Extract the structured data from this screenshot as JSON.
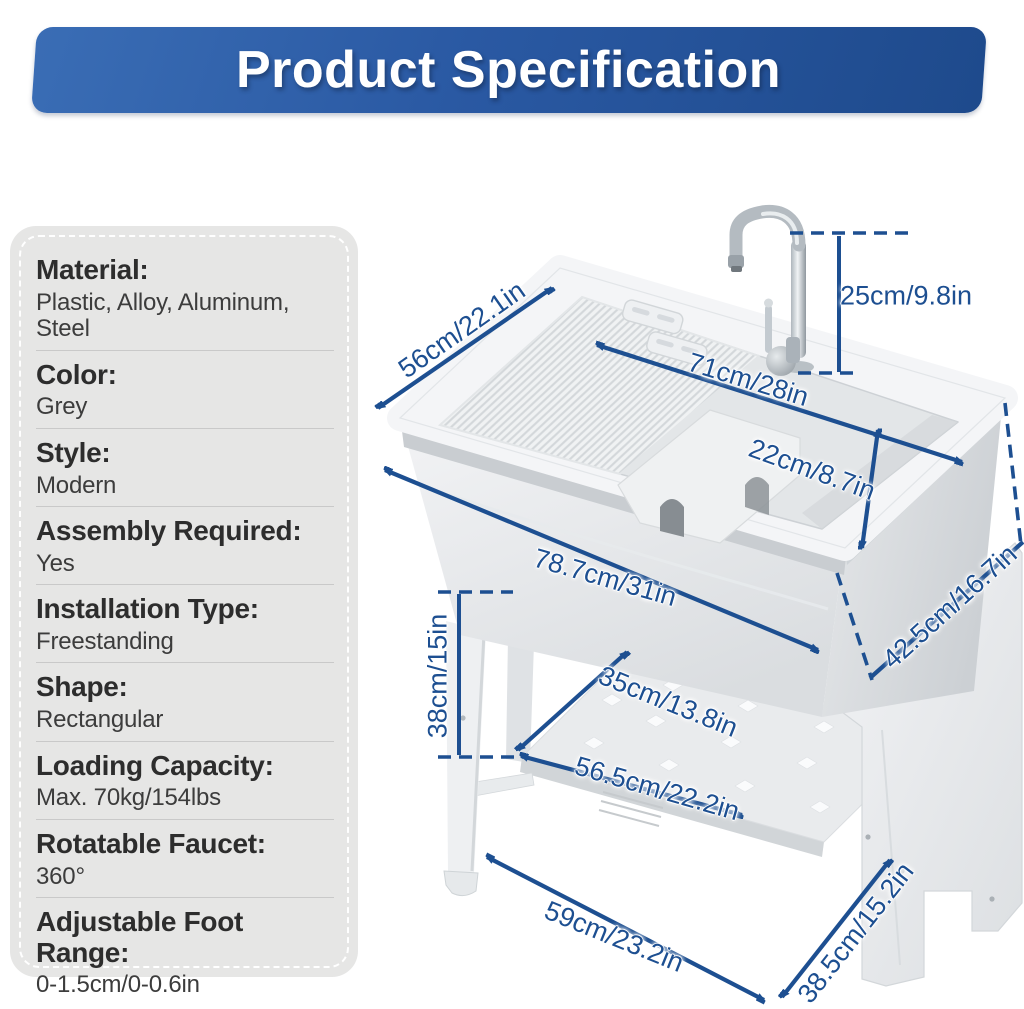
{
  "header": {
    "title": "Product Specification"
  },
  "specs": [
    {
      "label": "Material:",
      "value": "Plastic, Alloy, Aluminum, Steel"
    },
    {
      "label": "Color:",
      "value": "Grey"
    },
    {
      "label": "Style:",
      "value": "Modern"
    },
    {
      "label": "Assembly Required:",
      "value": "Yes"
    },
    {
      "label": "Installation Type:",
      "value": "Freestanding"
    },
    {
      "label": "Shape:",
      "value": "Rectangular"
    },
    {
      "label": "Loading Capacity:",
      "value": "Max. 70kg/154lbs"
    },
    {
      "label": "Rotatable Faucet:",
      "value": "360°"
    },
    {
      "label": "Adjustable Foot Range:",
      "value": "0-1.5cm/0-0.6in"
    }
  ],
  "dimensions": {
    "top_width": "56cm/22.1in",
    "faucet_height": "25cm/9.8in",
    "inner_width": "71cm/28in",
    "inner_depth": "22cm/8.7in",
    "overall_width": "78.7cm/31in",
    "top_depth": "42.5cm/16.7in",
    "leg_height": "38cm/15in",
    "shelf_depth": "35cm/13.8in",
    "shelf_width": "56.5cm/22.2in",
    "base_width": "59cm/23.2in",
    "base_depth": "38.5cm/15.2in"
  },
  "colors": {
    "accent_blue": "#1d4f91",
    "banner_blue_light": "#3a6db5",
    "banner_blue_dark": "#1e4a8c",
    "panel_grey": "#e6e6e5",
    "sink_grey": "#e9ebed"
  }
}
